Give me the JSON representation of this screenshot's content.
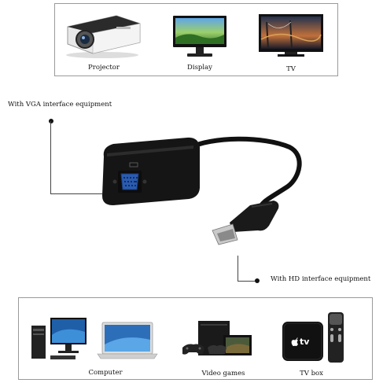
{
  "top_devices": [
    {
      "label": "Projector",
      "icon": "projector-icon"
    },
    {
      "label": "Display",
      "icon": "monitor-icon"
    },
    {
      "label": "TV",
      "icon": "tv-icon"
    }
  ],
  "callouts": {
    "vga": "With VGA interface equipment",
    "hd": "With HD interface equipment"
  },
  "bottom_devices": [
    {
      "label": "Computer",
      "icon": "computer-icon"
    },
    {
      "label": "Video games",
      "icon": "game-console-icon"
    },
    {
      "label": "TV box",
      "icon": "tv-box-icon"
    }
  ],
  "tv_box_logo": "tv",
  "colors": {
    "adapter": "#111111",
    "vga_port": "#2a5bb0",
    "hdmi_plug": "#1a1a1a",
    "panel_border": "#9a9a9a"
  }
}
